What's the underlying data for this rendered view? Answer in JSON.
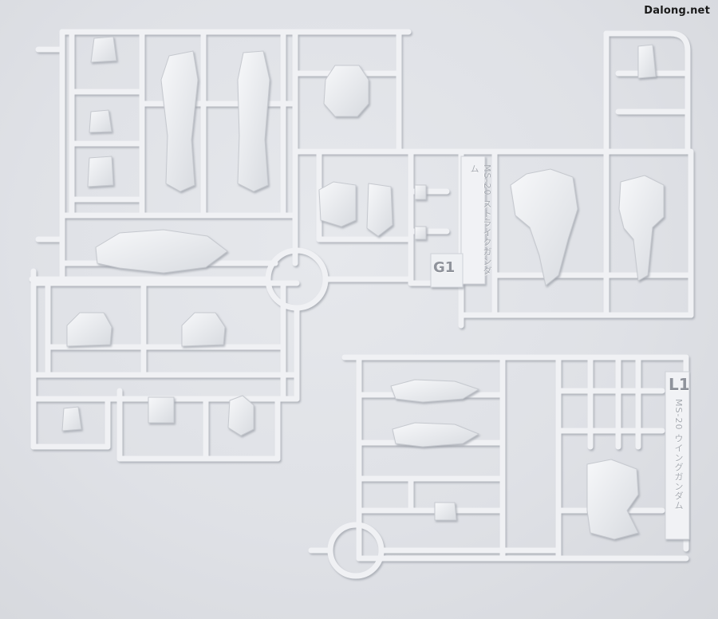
{
  "watermark": "Dalong.net",
  "runners": {
    "g": {
      "label": "G1",
      "tag_text": "MS-20 ストライクガンダム"
    },
    "l": {
      "label": "L1",
      "tag_text": "MS-20 ウイングガンダム"
    }
  },
  "colors": {
    "background": "#dfe1e6",
    "plastic": "#eceef1",
    "plastic_shadow": "#b9bcc3",
    "watermark": "#1a1a1a"
  }
}
